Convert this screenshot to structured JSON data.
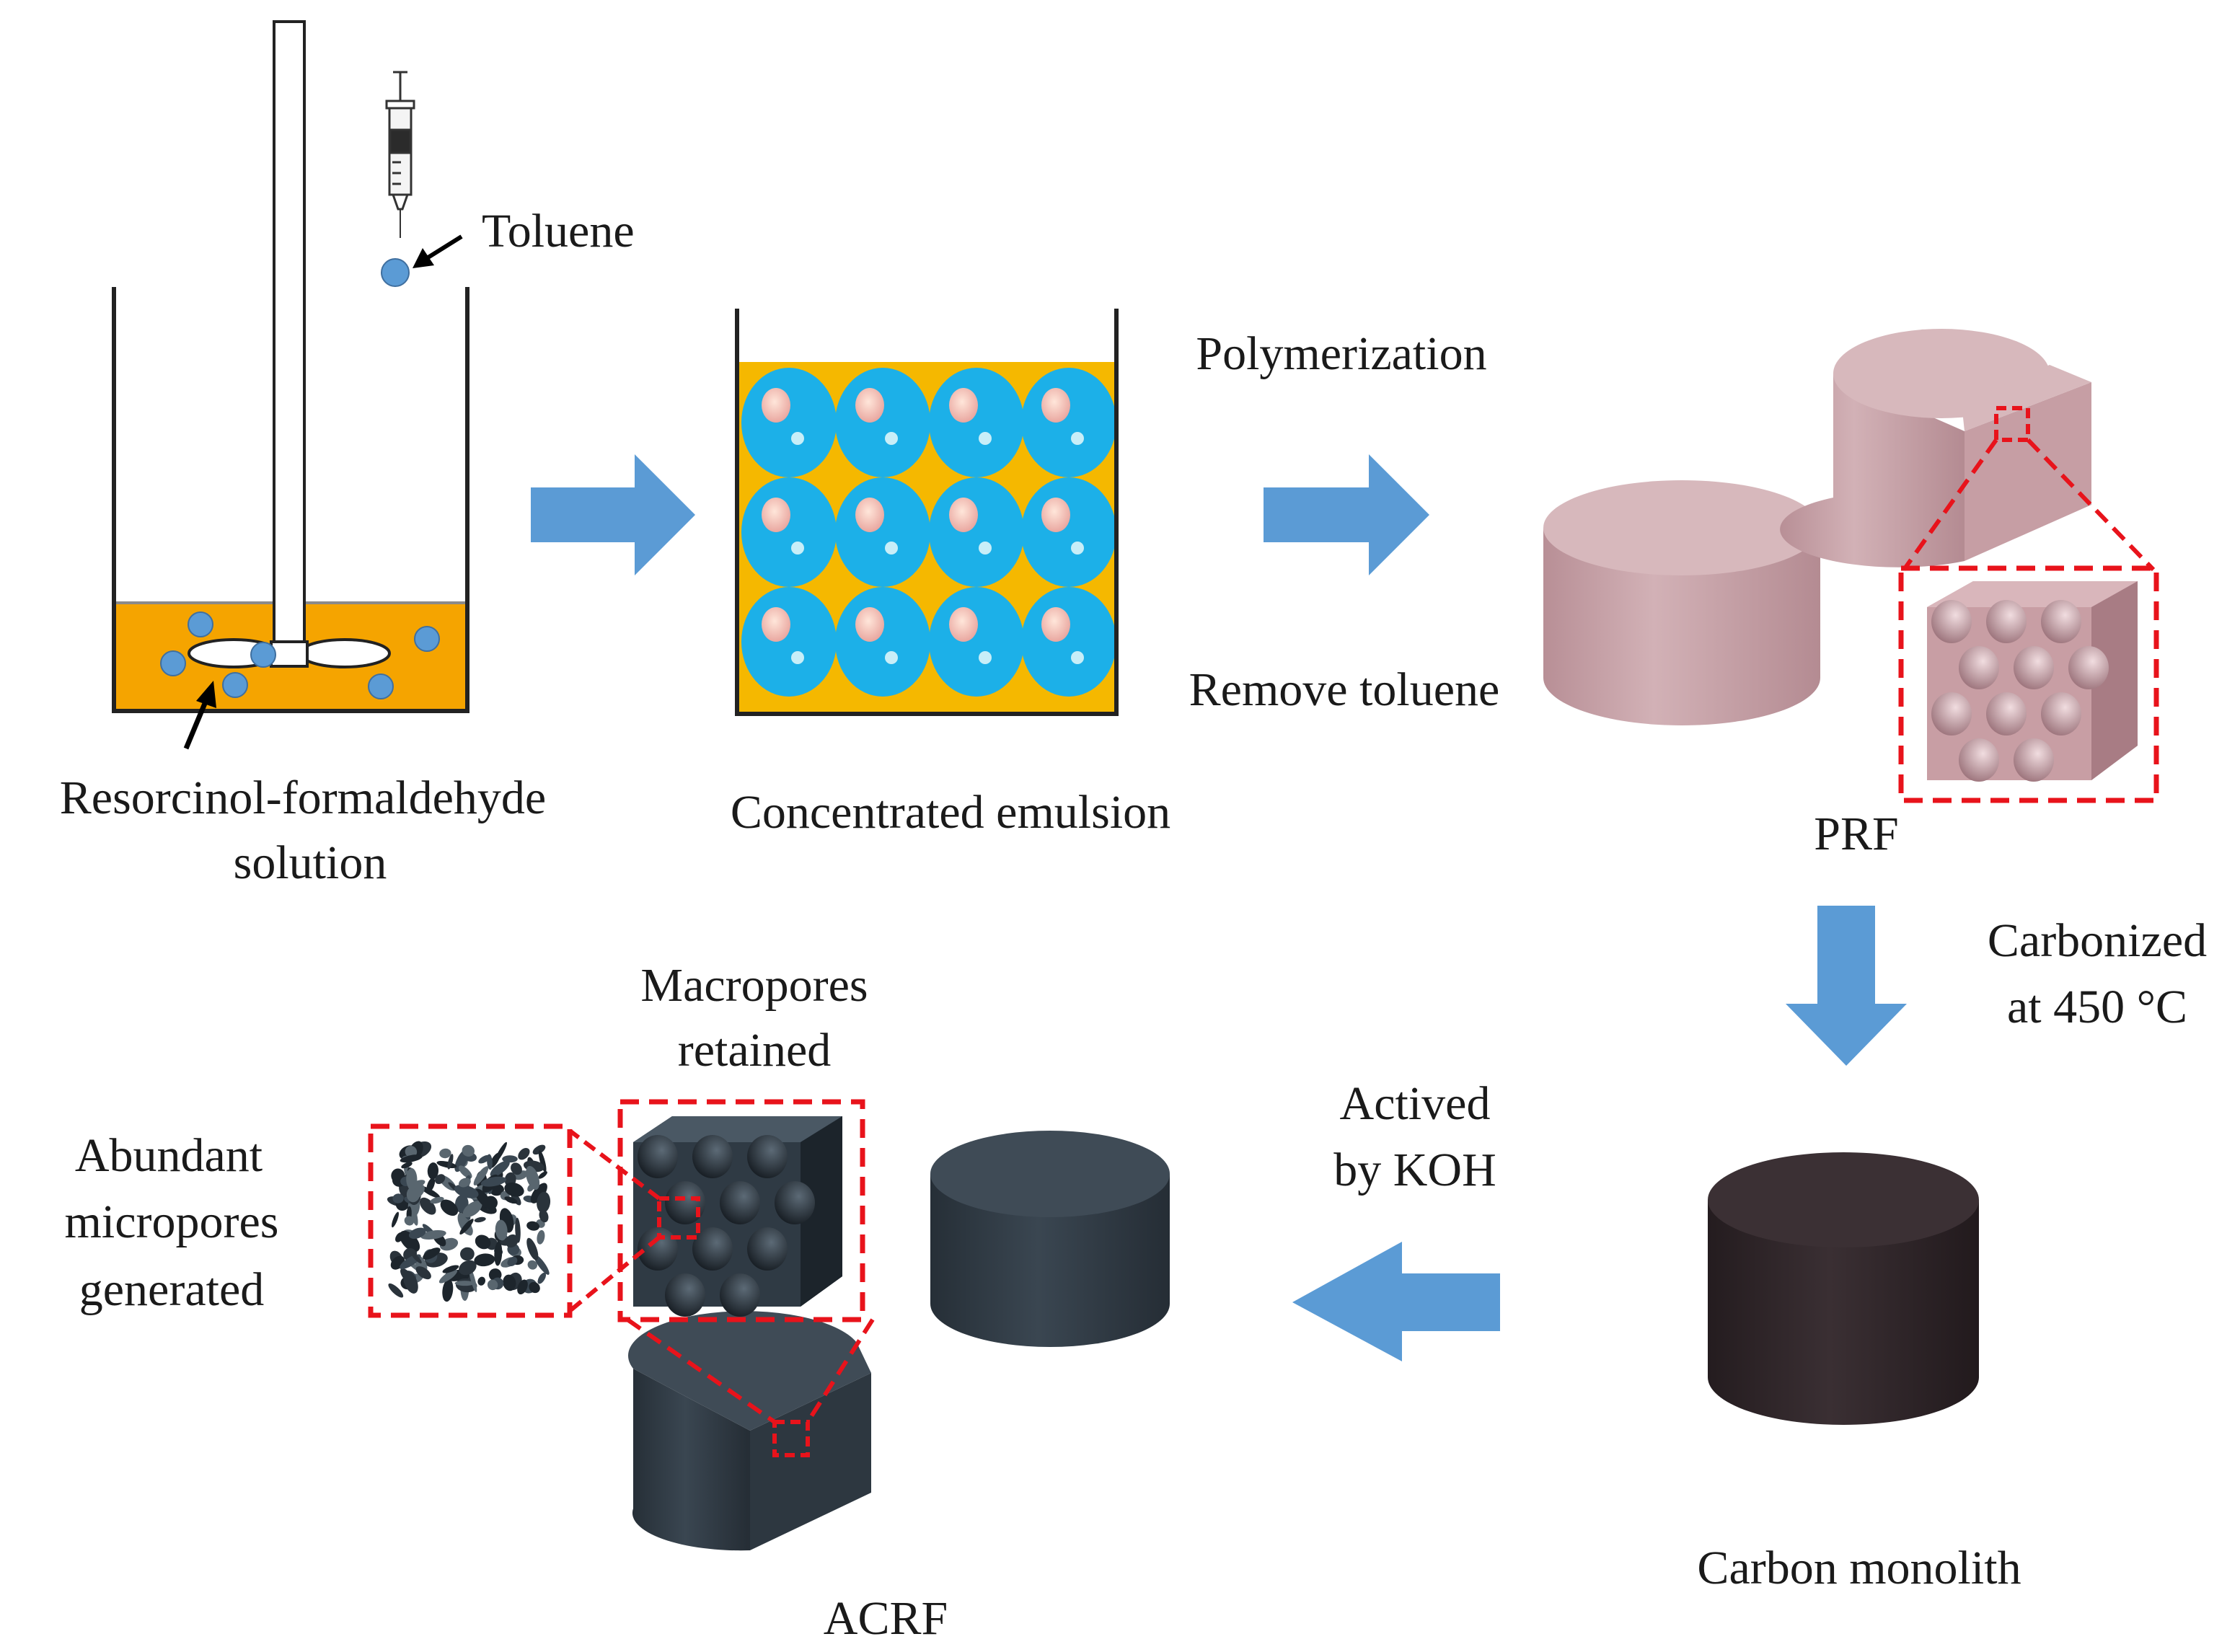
{
  "labels": {
    "toluene": "Toluene",
    "rf_solution_line1": "Resorcinol-formaldehyde",
    "rf_solution_line2": "solution",
    "concentrated_emulsion": "Concentrated  emulsion",
    "polymerization": "Polymerization",
    "remove_toluene": "Remove toluene",
    "prf": "PRF",
    "carbonized_line1": "Carbonized",
    "carbonized_line2": "at 450 °C",
    "carbon_monolith": "Carbon monolith",
    "actived_line1": "Actived",
    "actived_line2": "by KOH",
    "macropores_line1": "Macropores",
    "macropores_line2": "retained",
    "micropores_line1": "Abundant",
    "micropores_line2": "micropores",
    "micropores_line3": "generated",
    "acrf": "ACRF"
  },
  "colors": {
    "arrow_blue": "#5b9bd5",
    "solution_orange": "#f5a400",
    "emulsion_yellow": "#f5b800",
    "droplet_blue": "#1cb0e8",
    "prf_pink": "#c9a3a9",
    "carbon_dark": "#2e2528",
    "acrf_dark": "#2f3a44",
    "dash_red": "#e8131b"
  },
  "icons": [
    "syringe-icon",
    "stirrer-icon",
    "beaker-icon",
    "arrow-right-icon",
    "arrow-down-icon",
    "arrow-left-icon",
    "cylinder-icon",
    "porous-cube-icon"
  ]
}
